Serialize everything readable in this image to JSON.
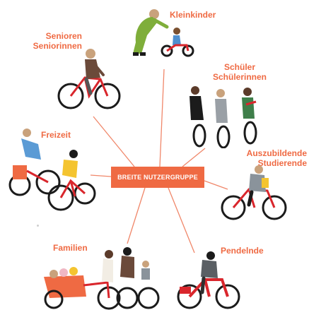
{
  "hub_label": "BREITE NUTZERGRUPPE",
  "groups": {
    "kleinkinder": [
      "Kleinkinder"
    ],
    "senioren": [
      "Senioren",
      "Seniorinnen"
    ],
    "schueler": [
      "Schüler",
      "Schülerinnen"
    ],
    "freizeit": [
      "Freizeit"
    ],
    "auszubildende": [
      "Auszubildende",
      "Studierende"
    ],
    "familien": [
      "Familien"
    ],
    "pendelnde": [
      "Pendelnde"
    ]
  },
  "colors": {
    "accent": "#ef6a43",
    "line": "#f0876a",
    "bike_red": "#d9262c",
    "bike_dark": "#1b1b1b"
  },
  "icons": [
    "toddler-with-grandparent-icon",
    "senior-cyclist-icon",
    "pupils-with-bikes-icon",
    "leisure-cyclists-icon",
    "student-cyclist-icon",
    "cargo-bike-family-icon",
    "commuter-cyclist-icon"
  ]
}
